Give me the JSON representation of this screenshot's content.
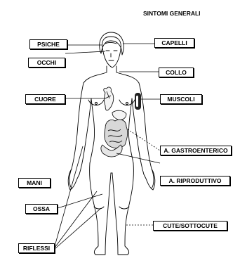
{
  "title": "SINTOMI GENERALI",
  "labels": {
    "psiche": "PSICHE",
    "occhi": "OCCHI",
    "cuore": "CUORE",
    "mani": "MANI",
    "ossa": "OSSA",
    "riflessi": "RIFLESSI",
    "capelli": "CAPELLI",
    "collo": "COLLO",
    "muscoli": "MUSCOLI",
    "gastroenterico": "A. GASTROENTERICO",
    "riproduttivo": "A. RIPRODUTTIVO",
    "cute": "CUTE/SOTTOCUTE"
  }
}
